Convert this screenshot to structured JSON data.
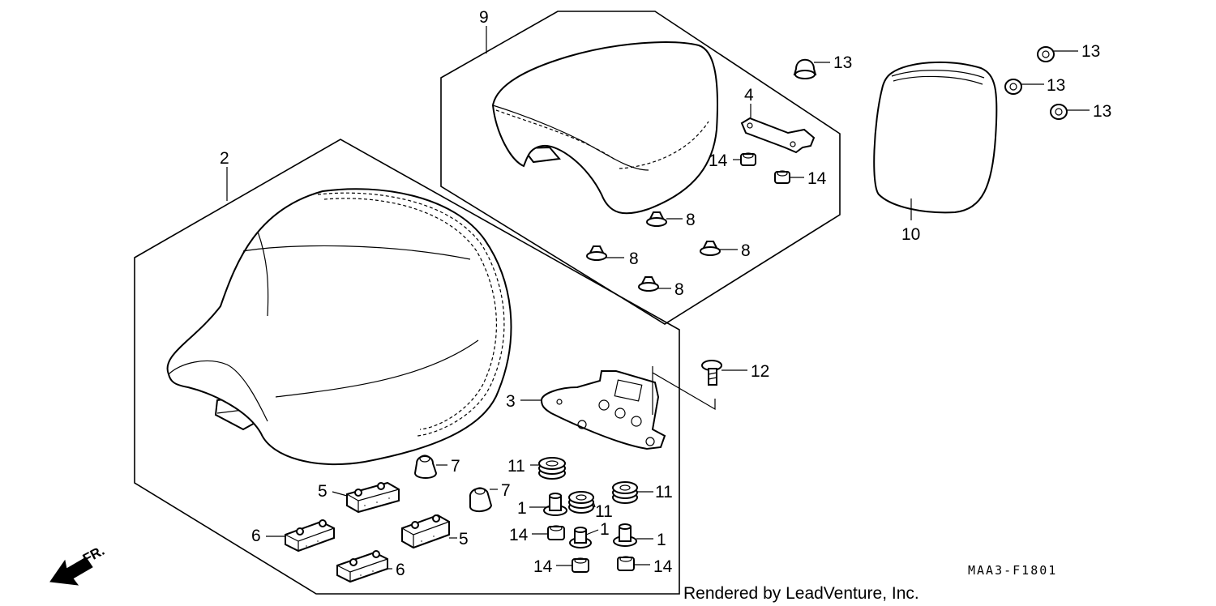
{
  "diagram_code": "MAA3-F1801",
  "credit": "Rendered by LeadVenture, Inc.",
  "direction_label": "FR.",
  "callouts": {
    "c1a": "1",
    "c1b": "1",
    "c1c": "1",
    "c2": "2",
    "c3": "3",
    "c4": "4",
    "c5a": "5",
    "c5b": "5",
    "c6a": "6",
    "c6b": "6",
    "c7a": "7",
    "c7b": "7",
    "c8a": "8",
    "c8b": "8",
    "c8c": "8",
    "c8d": "8",
    "c9": "9",
    "c10": "10",
    "c11a": "11",
    "c11b": "11",
    "c11c": "11",
    "c12": "12",
    "c13a": "13",
    "c13b": "13",
    "c13c": "13",
    "c13d": "13",
    "c14a": "14",
    "c14b": "14",
    "c14c": "14",
    "c14d": "14",
    "c14e": "14"
  }
}
